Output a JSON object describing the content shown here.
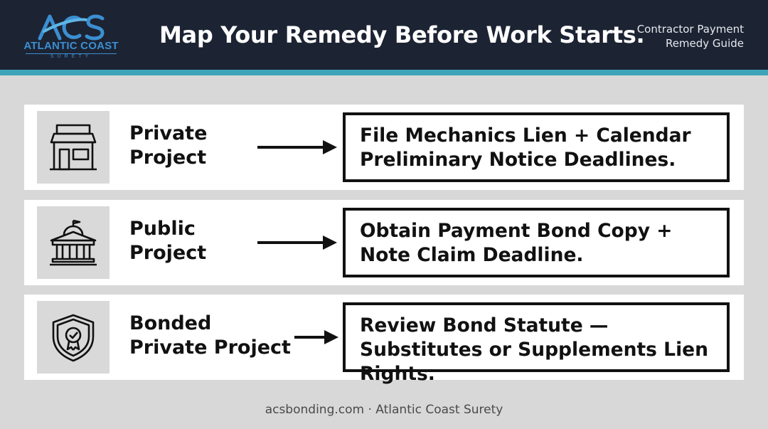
{
  "header": {
    "logo_mark": "ACS",
    "logo_name": "ATLANTIC COAST",
    "logo_sub": "SURETY",
    "title": "Map Your Remedy Before Work Starts.",
    "guide_line1": "Contractor Payment",
    "guide_line2": "Remedy Guide"
  },
  "rows": [
    {
      "icon": "storefront-icon",
      "label_line1": "Private",
      "label_line2": "Project",
      "remedy": "File Mechanics Lien + Calendar Preliminary Notice Deadlines."
    },
    {
      "icon": "government-building-icon",
      "label_line1": "Public",
      "label_line2": "Project",
      "remedy": "Obtain Payment Bond Copy + Note Claim Deadline."
    },
    {
      "icon": "shield-badge-icon",
      "label_line1": "Bonded",
      "label_line2": "Private Project",
      "remedy": "Review Bond Statute — Substitutes or Supplements Lien Rights."
    }
  ],
  "footer": "acsbonding.com · Atlantic Coast Surety",
  "colors": {
    "header_bg": "#1c2333",
    "accent_stripe": "#3ea4b7",
    "logo_blue": "#3b8fd1",
    "page_bg": "#d8d8d8"
  }
}
